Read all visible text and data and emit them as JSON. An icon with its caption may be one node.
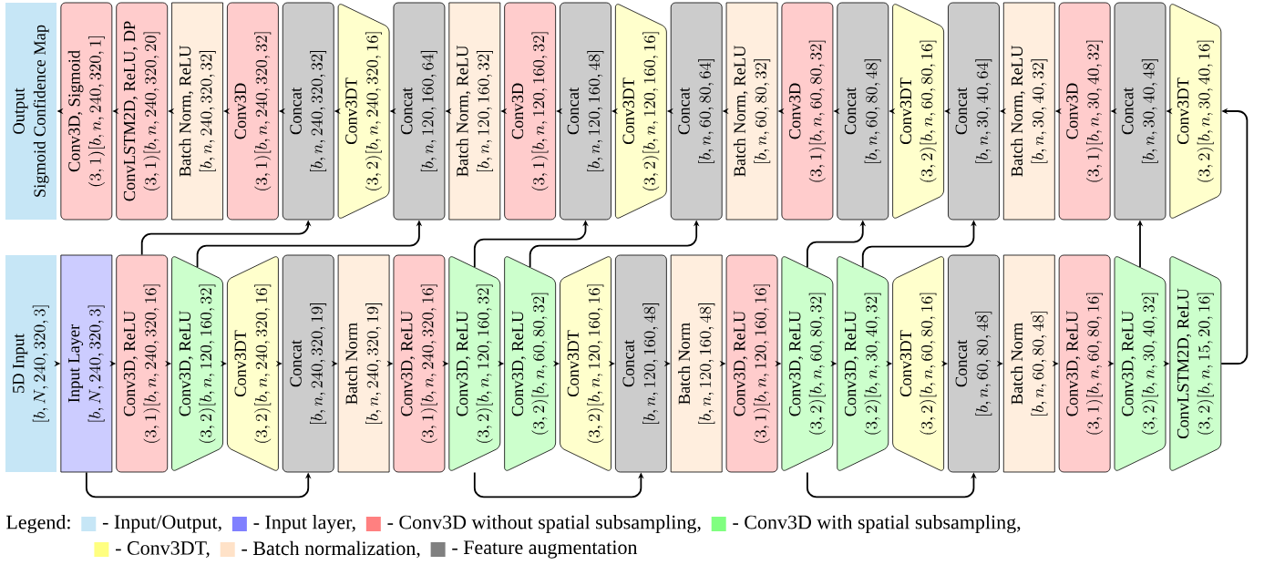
{
  "diagram": {
    "nodes": [
      {
        "text": [
          "Output",
          "Sigmoid Confidence Map"
        ]
      },
      {
        "text": [
          "Conv3D, Sigmoid",
          "(3, 1)[b, n, 240, 320, 1]"
        ]
      },
      {
        "text": [
          "ConvLSTM2D, ReLU, DP",
          "(3, 1)[b, n, 240, 320, 20]"
        ]
      },
      {
        "text": [
          "Batch Norm, ReLU",
          "[b, n, 240, 320, 32]"
        ]
      },
      {
        "text": [
          "Conv3D",
          "(3, 1)[b, n, 240, 320, 32]"
        ]
      },
      {
        "text": [
          "Concat",
          "[b, n, 240, 320, 32]"
        ]
      },
      {
        "text": [
          "Conv3DT",
          "(3, 2)[b, n, 240, 320, 16]"
        ]
      },
      {
        "text": [
          "Concat",
          "[b, n, 120, 160, 64]"
        ]
      },
      {
        "text": [
          "Batch Norm, ReLU",
          "[b, n, 120, 160, 32]"
        ]
      },
      {
        "text": [
          "Conv3D",
          "(3, 1)[b, n, 120, 160, 32]"
        ]
      },
      {
        "text": [
          "Concat",
          "[b, n, 120, 160, 48]"
        ]
      },
      {
        "text": [
          "Conv3DT",
          "(3, 2)[b, n, 120, 160, 16]"
        ]
      },
      {
        "text": [
          "Concat",
          "[b, n, 60, 80, 64]"
        ]
      },
      {
        "text": [
          "Batch Norm, ReLU",
          "[b, n, 60, 80, 32]"
        ]
      },
      {
        "text": [
          "Conv3D",
          "(3, 1)[b, n, 60, 80, 32]"
        ]
      },
      {
        "text": [
          "Concat",
          "[b, n, 60, 80, 48]"
        ]
      },
      {
        "text": [
          "Conv3DT",
          "(3, 2)[b, n, 60, 80, 16]"
        ]
      },
      {
        "text": [
          "Concat",
          "[b, n, 30, 40, 64]"
        ]
      },
      {
        "text": [
          "Batch Norm, ReLU",
          "[b, n, 30, 40, 32]"
        ]
      },
      {
        "text": [
          "Conv3D",
          "(3, 1)[b, n, 30, 40, 32]"
        ]
      },
      {
        "text": [
          "Concat",
          "[b, n, 30, 40, 48]"
        ]
      },
      {
        "text": [
          "Conv3DT",
          "(3, 2)[b, n, 30, 40, 16]"
        ]
      },
      {
        "text": [
          "5D Input",
          "[b, N, 240, 320, 3]"
        ]
      },
      {
        "text": [
          "Input Layer",
          "[b, N, 240, 320, 3]"
        ]
      },
      {
        "text": [
          "Conv3D, ReLU",
          "(3, 1)[b, n, 240, 320, 16]"
        ]
      },
      {
        "text": [
          "Conv3D, ReLU",
          "(3, 2)[b, n, 120, 160, 32]"
        ]
      },
      {
        "text": [
          "Conv3DT",
          "(3, 2)[b, n, 240, 320, 16]"
        ]
      },
      {
        "text": [
          "Concat",
          "[b, n, 240, 320, 19]"
        ]
      },
      {
        "text": [
          "Batch Norm",
          "[b, n, 240, 320, 19]"
        ]
      },
      {
        "text": [
          "Conv3D, ReLU",
          "(3, 1)[b, n, 240, 320, 16]"
        ]
      },
      {
        "text": [
          "Conv3D, ReLU",
          "(3, 2)[b, n, 120, 160, 32]"
        ]
      },
      {
        "text": [
          "Conv3D, ReLU",
          "(3, 2)[b, n, 60, 80, 32]"
        ]
      },
      {
        "text": [
          "Conv3DT",
          "(3, 2)[b, n, 120, 160, 16]"
        ]
      },
      {
        "text": [
          "Concat",
          "[b, n, 120, 160, 48]"
        ]
      },
      {
        "text": [
          "Batch Norm",
          "[b, n, 120, 160, 48]"
        ]
      },
      {
        "text": [
          "Conv3D, ReLU",
          "(3, 1)[b, n, 120, 160, 16]"
        ]
      },
      {
        "text": [
          "Conv3D, ReLU",
          "(3, 2)[b, n, 60, 80, 32]"
        ]
      },
      {
        "text": [
          "Conv3D, ReLU",
          "(3, 2)[b, n, 30, 40, 32]"
        ]
      },
      {
        "text": [
          "Conv3DT",
          "(3, 2)[b, n, 60, 80, 16]"
        ]
      },
      {
        "text": [
          "Concat",
          "[b, n, 60, 80, 48]"
        ]
      },
      {
        "text": [
          "Batch Norm",
          "[b, n, 60, 80, 48]"
        ]
      },
      {
        "text": [
          "Conv3D, ReLU",
          "(3, 1)[b, n, 60, 80, 16]"
        ]
      },
      {
        "text": [
          "Conv3D, ReLU",
          "(3, 2)[b, n, 30, 40, 32]"
        ]
      },
      {
        "text": [
          "ConvLSTM2D, ReLU",
          "(3, 2)[b, n, 15, 20, 16]"
        ]
      }
    ],
    "edges": [
      {
        "from": 1,
        "to": 0,
        "arrow": "to"
      },
      {
        "from": 2,
        "to": 1,
        "arrow": "to"
      },
      {
        "from": 3,
        "to": 2,
        "arrow": "to"
      },
      {
        "from": 4,
        "to": 3,
        "arrow": "to"
      },
      {
        "from": 5,
        "to": 4,
        "arrow": "to"
      },
      {
        "from": 6,
        "to": 5,
        "arrow": "to"
      },
      {
        "from": 7,
        "to": 6,
        "arrow": "to"
      },
      {
        "from": 8,
        "to": 7,
        "arrow": "to"
      },
      {
        "from": 9,
        "to": 8,
        "arrow": "to"
      },
      {
        "from": 10,
        "to": 9,
        "arrow": "to"
      },
      {
        "from": 11,
        "to": 10,
        "arrow": "to"
      },
      {
        "from": 12,
        "to": 11,
        "arrow": "to"
      },
      {
        "from": 13,
        "to": 12,
        "arrow": "to"
      },
      {
        "from": 14,
        "to": 13,
        "arrow": "to"
      },
      {
        "from": 15,
        "to": 14,
        "arrow": "to"
      },
      {
        "from": 16,
        "to": 15,
        "arrow": "to"
      },
      {
        "from": 17,
        "to": 16,
        "arrow": "to"
      },
      {
        "from": 18,
        "to": 17,
        "arrow": "to"
      },
      {
        "from": 19,
        "to": 18,
        "arrow": "to"
      },
      {
        "from": 20,
        "to": 19,
        "arrow": "to"
      },
      {
        "from": 21,
        "to": 20,
        "arrow": "to"
      },
      {
        "from": 22,
        "to": 23,
        "arrow": "to"
      },
      {
        "from": 23,
        "to": 24,
        "arrow": "to"
      },
      {
        "from": 24,
        "to": 25,
        "arrow": "to"
      },
      {
        "from": 25,
        "to": 26,
        "arrow": "to"
      },
      {
        "from": 26,
        "to": 27,
        "arrow": "to"
      },
      {
        "from": 27,
        "to": 28,
        "arrow": "to"
      },
      {
        "from": 28,
        "to": 29,
        "arrow": "to"
      },
      {
        "from": 29,
        "to": 30,
        "arrow": "to"
      },
      {
        "from": 30,
        "to": 31,
        "arrow": "to"
      },
      {
        "from": 31,
        "to": 32,
        "arrow": "to"
      },
      {
        "from": 32,
        "to": 33,
        "arrow": "to"
      },
      {
        "from": 33,
        "to": 34,
        "arrow": "to"
      },
      {
        "from": 34,
        "to": 35,
        "arrow": "to"
      },
      {
        "from": 35,
        "to": 36,
        "arrow": "to"
      },
      {
        "from": 36,
        "to": 37,
        "arrow": "to"
      },
      {
        "from": 37,
        "to": 38,
        "arrow": "to"
      },
      {
        "from": 38,
        "to": 39,
        "arrow": "to"
      },
      {
        "from": 39,
        "to": 40,
        "arrow": "to"
      },
      {
        "from": 40,
        "to": 41,
        "arrow": "to"
      },
      {
        "from": 41,
        "to": 42,
        "arrow": "to"
      },
      {
        "from": 42,
        "to": 43,
        "arrow": "to"
      },
      {
        "from": 24,
        "to": 5,
        "arrow": "to"
      },
      {
        "from": 25,
        "to": 7,
        "arrow": "to"
      },
      {
        "from": 30,
        "to": 10,
        "arrow": "to"
      },
      {
        "from": 31,
        "to": 12,
        "arrow": "to"
      },
      {
        "from": 36,
        "to": 15,
        "arrow": "to"
      },
      {
        "from": 37,
        "to": 17,
        "arrow": "to"
      },
      {
        "from": 42,
        "to": 20,
        "arrow": "to"
      },
      {
        "from": 43,
        "to": 21,
        "arrow": "to"
      },
      {
        "from": 23,
        "to": 27,
        "arrow": "to"
      },
      {
        "from": 30,
        "to": 33,
        "arrow": "to"
      },
      {
        "from": 36,
        "to": 39,
        "arrow": "to"
      }
    ],
    "labels": [
      "Legend:"
    ],
    "legend": [
      {
        "text": "- Input/Output,",
        "color": "#c6e6f6"
      },
      {
        "text": "- Input layer,",
        "color": "#8080ff"
      },
      {
        "text": "- Conv3D without spatial subsampling,",
        "color": "#ff8080"
      },
      {
        "text": "- Conv3D with spatial subsampling,",
        "color": "#80ff80"
      },
      {
        "text": "- Conv3DT,",
        "color": "#ffff80"
      },
      {
        "text": "- Batch normalization,",
        "color": "#ffe2c8"
      },
      {
        "text": "- Feature augmentation",
        "color": "#808080"
      }
    ]
  }
}
